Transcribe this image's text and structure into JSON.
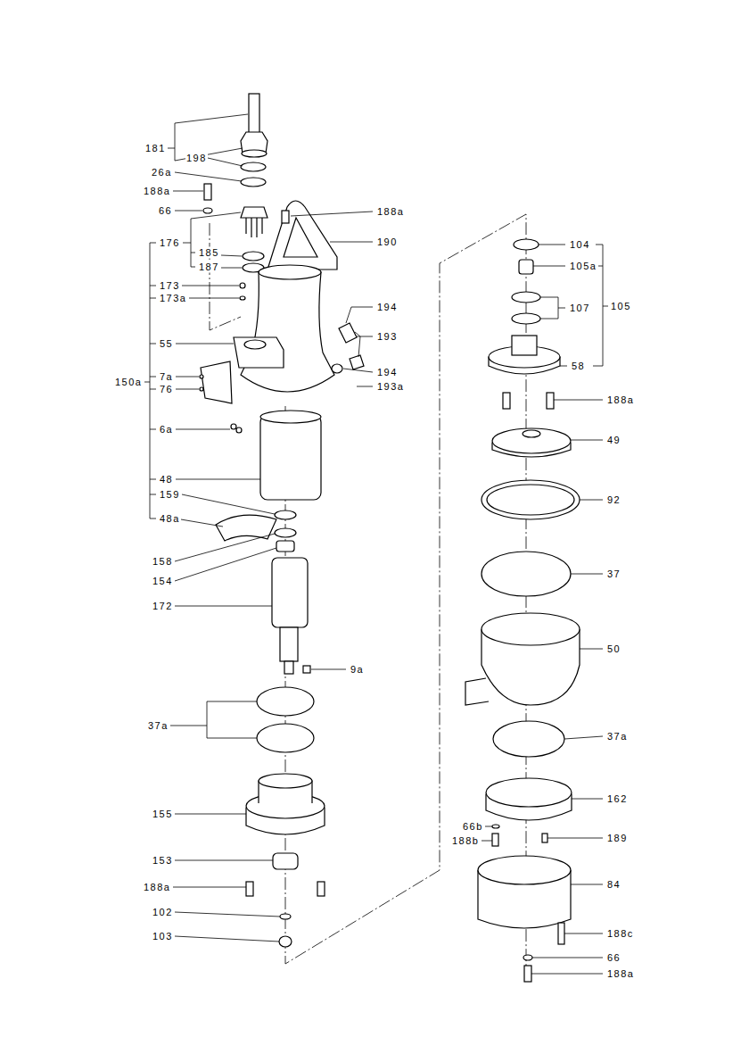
{
  "diagram": {
    "labels": [
      "181",
      "198",
      "26a",
      "188a",
      "66",
      "188a",
      "190",
      "176",
      "185",
      "187",
      "173",
      "173a",
      "194",
      "193",
      "55",
      "194",
      "7a",
      "150a",
      "76",
      "193a",
      "6a",
      "48",
      "159",
      "48a",
      "158",
      "154",
      "172",
      "9a",
      "37a",
      "155",
      "153",
      "188a",
      "102",
      "103",
      "104",
      "105a",
      "107",
      "105",
      "58",
      "188a",
      "49",
      "92",
      "37",
      "50",
      "37a",
      "162",
      "66b",
      "188b",
      "189",
      "84",
      "188c",
      "66",
      "188a"
    ]
  }
}
